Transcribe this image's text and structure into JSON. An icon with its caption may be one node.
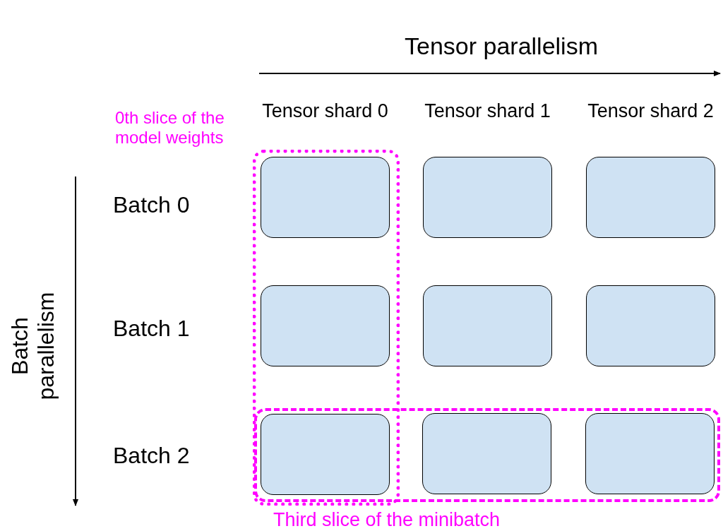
{
  "diagram": {
    "nodes": [
      {
        "text": [
          "0th slice of the model weights"
        ]
      },
      {
        "text": [],
        "shape": "box",
        "in": 0
      },
      {
        "text": [],
        "shape": "box"
      },
      {
        "text": [],
        "shape": "box"
      },
      {
        "text": [],
        "shape": "box",
        "in": 0
      },
      {
        "text": [],
        "shape": "box"
      },
      {
        "text": [],
        "shape": "box"
      },
      {
        "text": [
          "Third slice of the minibatch"
        ]
      },
      {
        "text": [],
        "shape": "box"
      },
      {
        "text": [],
        "shape": "box",
        "in": 7
      },
      {
        "text": [],
        "shape": "box",
        "in": 7
      }
    ],
    "edges": [],
    "labels": [
      "Tensor parallelism",
      "Tensor shard 0",
      "Tensor shard 1",
      "Tensor shard 2",
      "Batch 0",
      "Batch 1",
      "Batch 2",
      "Batch parallelism"
    ]
  }
}
